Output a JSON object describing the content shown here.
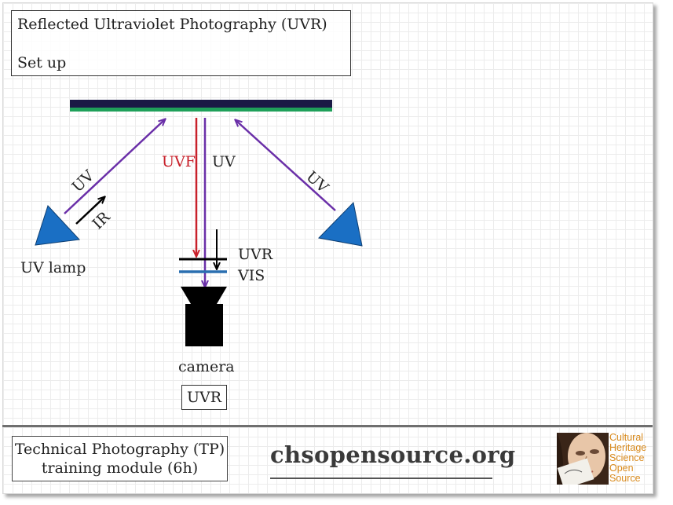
{
  "title": {
    "line1": "Reflected Ultraviolet Photography (UVR)",
    "line2": "Set up"
  },
  "labels": {
    "uvf": "UVF",
    "uv_center": "UV",
    "uv_left": "UV",
    "uv_right": "UV",
    "ir": "IR",
    "uv_lamp": "UV lamp",
    "filter_uvr": "UVR",
    "filter_vis": "VIS",
    "camera": "camera",
    "mode_box": "UVR"
  },
  "footer": {
    "module_line1": "Technical Photography (TP)",
    "module_line2": "training module (6h)",
    "site": "chsopensource.org",
    "logo_lines": [
      "Cultural",
      "Heritage",
      "Science",
      "Open",
      "Source"
    ]
  },
  "colors": {
    "uv_ray": "#6a2fa8",
    "uvf_ray": "#c8202a",
    "ir_ray": "#000000",
    "lamp": "#1a6fc4",
    "object_dark": "#1a1a45",
    "object_green": "#1fa05a",
    "vis_filter": "#2a6fb0",
    "logo_text": "#d98a1c"
  }
}
